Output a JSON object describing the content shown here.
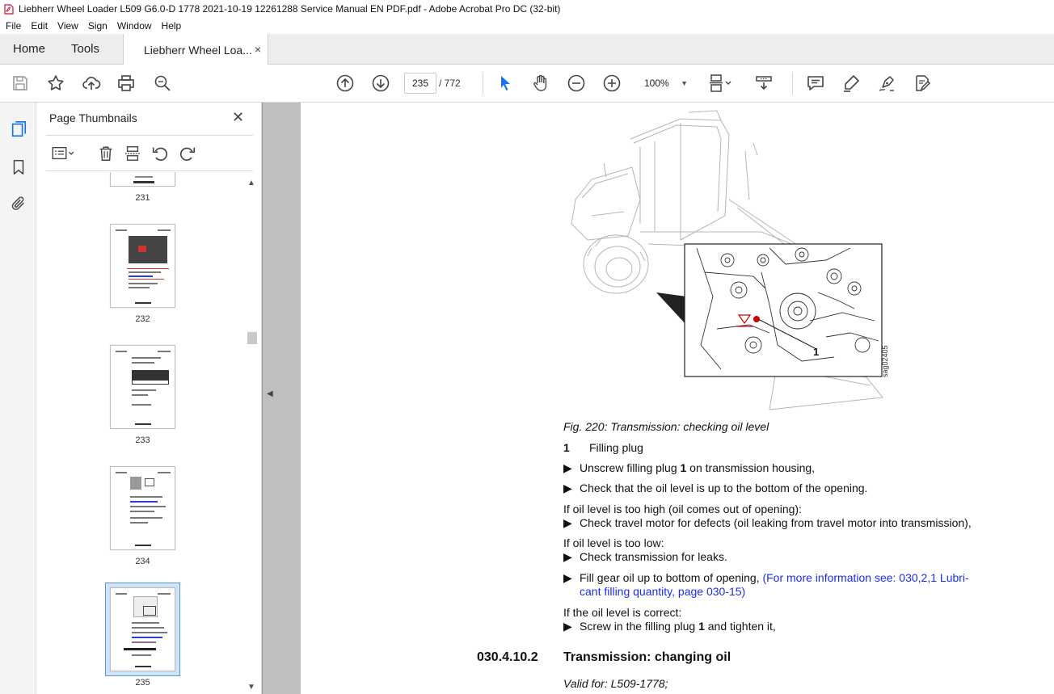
{
  "window": {
    "title": "Liebherr Wheel Loader L509 G6.0-D 1778 2021-10-19 12261288 Service Manual EN PDF.pdf - Adobe Acrobat Pro DC (32-bit)"
  },
  "menu": {
    "items": [
      "File",
      "Edit",
      "View",
      "Sign",
      "Window",
      "Help"
    ]
  },
  "tabs": {
    "home": "Home",
    "tools": "Tools",
    "document": "Liebherr Wheel Loa...",
    "close_glyph": "×"
  },
  "toolbar": {
    "page_current": "235",
    "page_total": "/ 772",
    "zoom": "100%",
    "caret": "▼"
  },
  "thumbnails_panel": {
    "title": "Page Thumbnails",
    "close_glyph": "✕",
    "pages": [
      {
        "label": "231"
      },
      {
        "label": "232"
      },
      {
        "label": "233"
      },
      {
        "label": "234"
      },
      {
        "label": "235"
      }
    ],
    "scroll_up": "▲",
    "scroll_down": "▼"
  },
  "gutter": {
    "collapse_glyph": "◀"
  },
  "document": {
    "figure_callout": "1",
    "figure_code": "sag02405",
    "caption": "Fig. 220: Transmission: checking oil level",
    "legend_num": "1",
    "legend_text": "Filling plug",
    "bullet": "▶",
    "step1_a": "Unscrew filling plug ",
    "step1_b": "1",
    "step1_c": " on transmission housing,",
    "step2": "Check that the oil level is up to the bottom of the opening.",
    "cond_high": "If oil level is too high (oil comes out of opening):",
    "step3": "Check travel motor for defects (oil leaking from travel motor into transmission),",
    "cond_low": "If oil level is too low:",
    "step4": "Check transmission for leaks.",
    "step5_a": "Fill gear oil up to bottom of opening, ",
    "step5_link1": "(For more information see: 030,2,1 Lubri-",
    "step5_link2": "cant filling quantity, page 030-15)",
    "cond_ok": "If the oil level is correct:",
    "step6_a": "Screw in the filling plug ",
    "step6_b": "1",
    "step6_c": " and tighten it,",
    "section_num": "030.4.10.2",
    "section_title": "Transmission: changing oil",
    "valid_for": "Valid for: L509-1778;"
  },
  "colors": {
    "link": "#1a2ee8",
    "selection": "#cfe4fb",
    "select_tool": "#1473e6"
  }
}
